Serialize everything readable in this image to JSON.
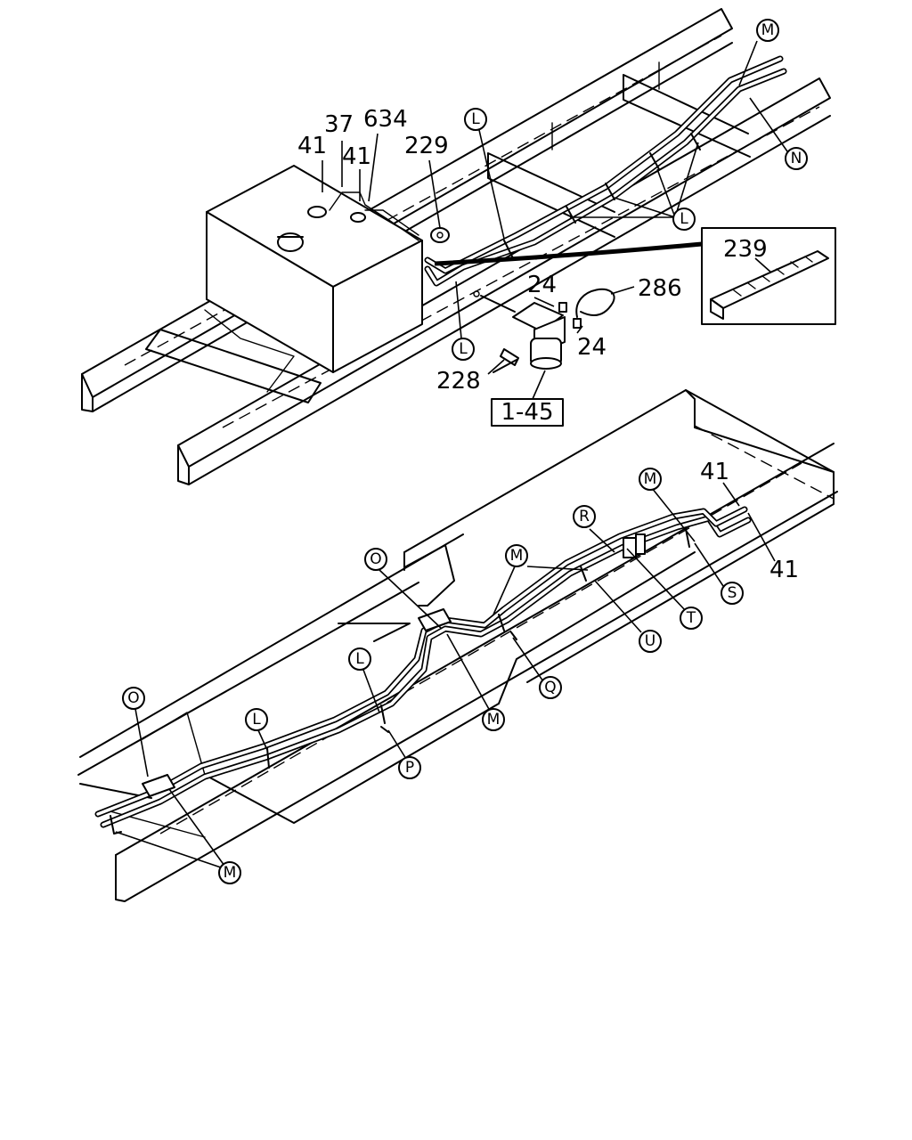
{
  "labels": {
    "p41a": "41",
    "p37": "37",
    "p41b": "41",
    "p634": "634",
    "p229": "229",
    "p239": "239",
    "p286": "286",
    "p24a": "24",
    "p24b": "24",
    "p228": "228",
    "p41c": "41",
    "p41d": "41",
    "ref145": "1-45"
  },
  "letters": {
    "M1": "M",
    "N1": "N",
    "L1": "L",
    "L2": "L",
    "L3": "L",
    "M2": "M",
    "R1": "R",
    "M3": "M",
    "O1": "O",
    "S1": "S",
    "T1": "T",
    "U1": "U",
    "Q1": "Q",
    "M4": "M",
    "L4": "L",
    "L5": "L",
    "P1": "P",
    "O2": "O",
    "M5": "M"
  }
}
